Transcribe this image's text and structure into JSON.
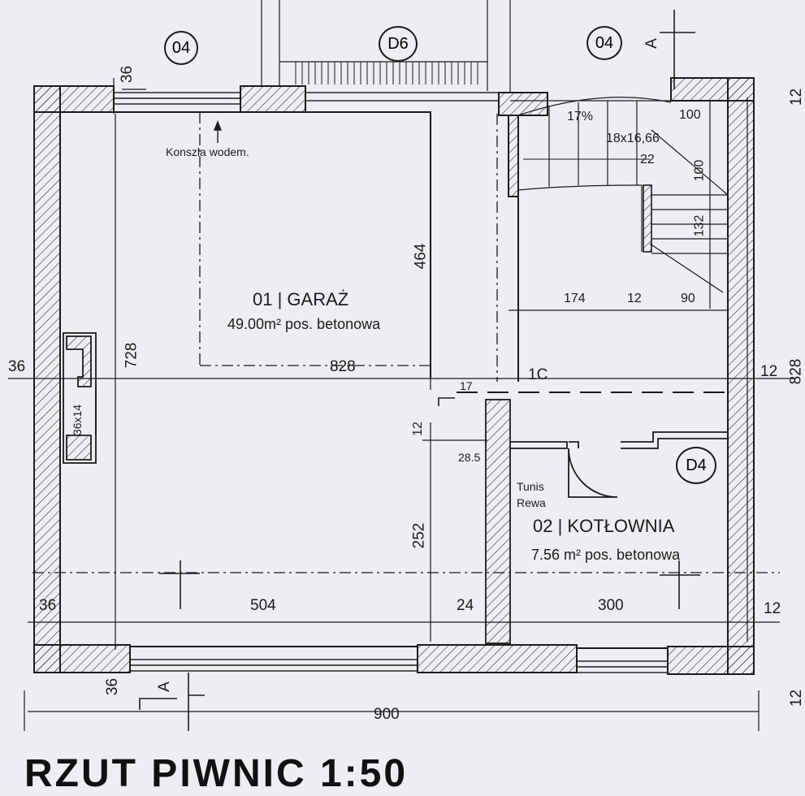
{
  "plan": {
    "rooms": [
      {
        "label": "01 | GARAŻ",
        "area": "49.00m² pos. betonowa"
      },
      {
        "label": "02 | KOTŁOWNIA",
        "area": "7.56 m² pos. betonowa"
      }
    ],
    "markers": {
      "m1": "04",
      "m2": "D6",
      "m3": "04",
      "m4": "D4"
    },
    "section_labels": {
      "top": "A",
      "bottom": "A",
      "side": "1C"
    },
    "notes": {
      "konszla": "Konszla wodem.",
      "chimney": "36x14",
      "tunis": "Tunis",
      "rewa": "Rewa"
    },
    "stairs": {
      "slope": "17%",
      "steps": "18x16,66",
      "tread": "22"
    },
    "dimensions": {
      "d36_top": "36",
      "d828": "828",
      "d36_left": "36",
      "d728": "728",
      "d464": "464",
      "d12_right": "12",
      "d828_right": "828",
      "d174": "174",
      "d12_stair": "12",
      "d90": "90",
      "d100_top": "100",
      "d100_side": "100",
      "d132": "132",
      "d12_mid": "12",
      "d28_5": "28.5",
      "d252": "252",
      "d36_bot": "36",
      "d504": "504",
      "d24": "24",
      "d300": "300",
      "d12_bot": "12",
      "d36_bl": "36",
      "d900": "900",
      "d17": "17",
      "d12_edge_top": "12",
      "d12_edge_bot": "12"
    },
    "title": "RZUT PIWNIC 1:50"
  }
}
